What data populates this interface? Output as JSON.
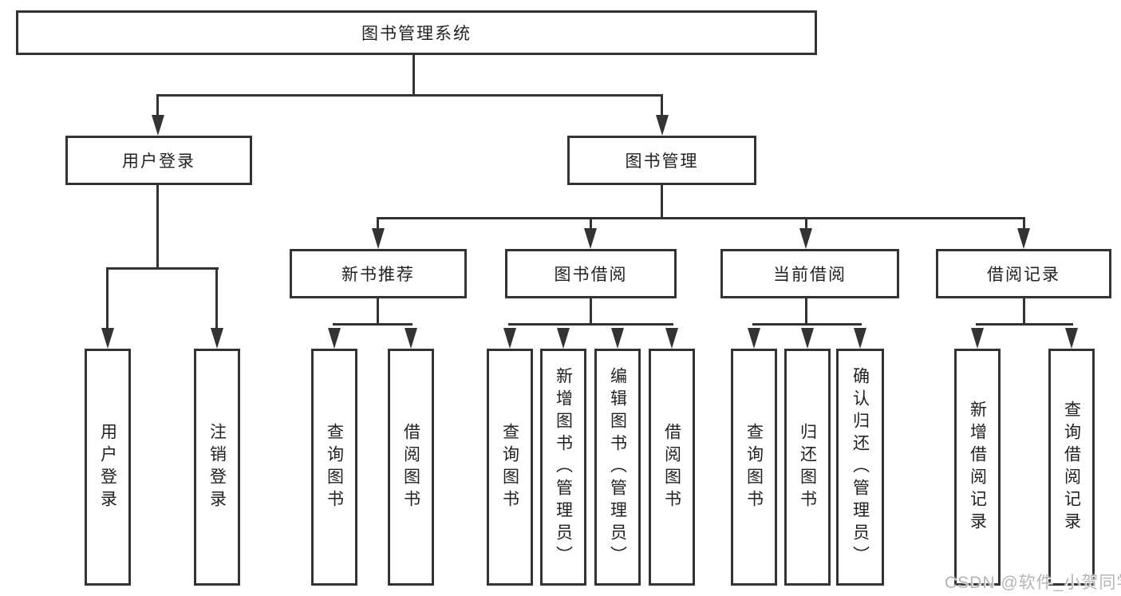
{
  "diagram": {
    "root": "图书管理系统",
    "level2": {
      "user_login": "用户登录",
      "book_management": "图书管理"
    },
    "user_login_children": {
      "user_login": "用户登录",
      "logout": "注销登录"
    },
    "book_management_children": {
      "new_book_recommend": "新书推荐",
      "book_borrow": "图书借阅",
      "current_borrow": "当前借阅",
      "borrow_records": "借阅记录"
    },
    "new_book_recommend_children": {
      "query_books": "查询图书",
      "borrow_books": "借阅图书"
    },
    "book_borrow_children": {
      "query_books": "查询图书",
      "add_books": "新增图书（管理员）",
      "edit_books": "编辑图书（管理员）",
      "borrow_books": "借阅图书"
    },
    "current_borrow_children": {
      "query_books": "查询图书",
      "return_books": "归还图书",
      "confirm_return": "确认归还（管理员）"
    },
    "borrow_records_children": {
      "add_record": "新增借阅记录",
      "query_record": "查询借阅记录"
    }
  },
  "watermark": "CSDN @软件_小贺同学",
  "colors": {
    "line": "#333333",
    "text": "#222222",
    "background": "#ffffff",
    "watermark": "#b5b5b5"
  }
}
